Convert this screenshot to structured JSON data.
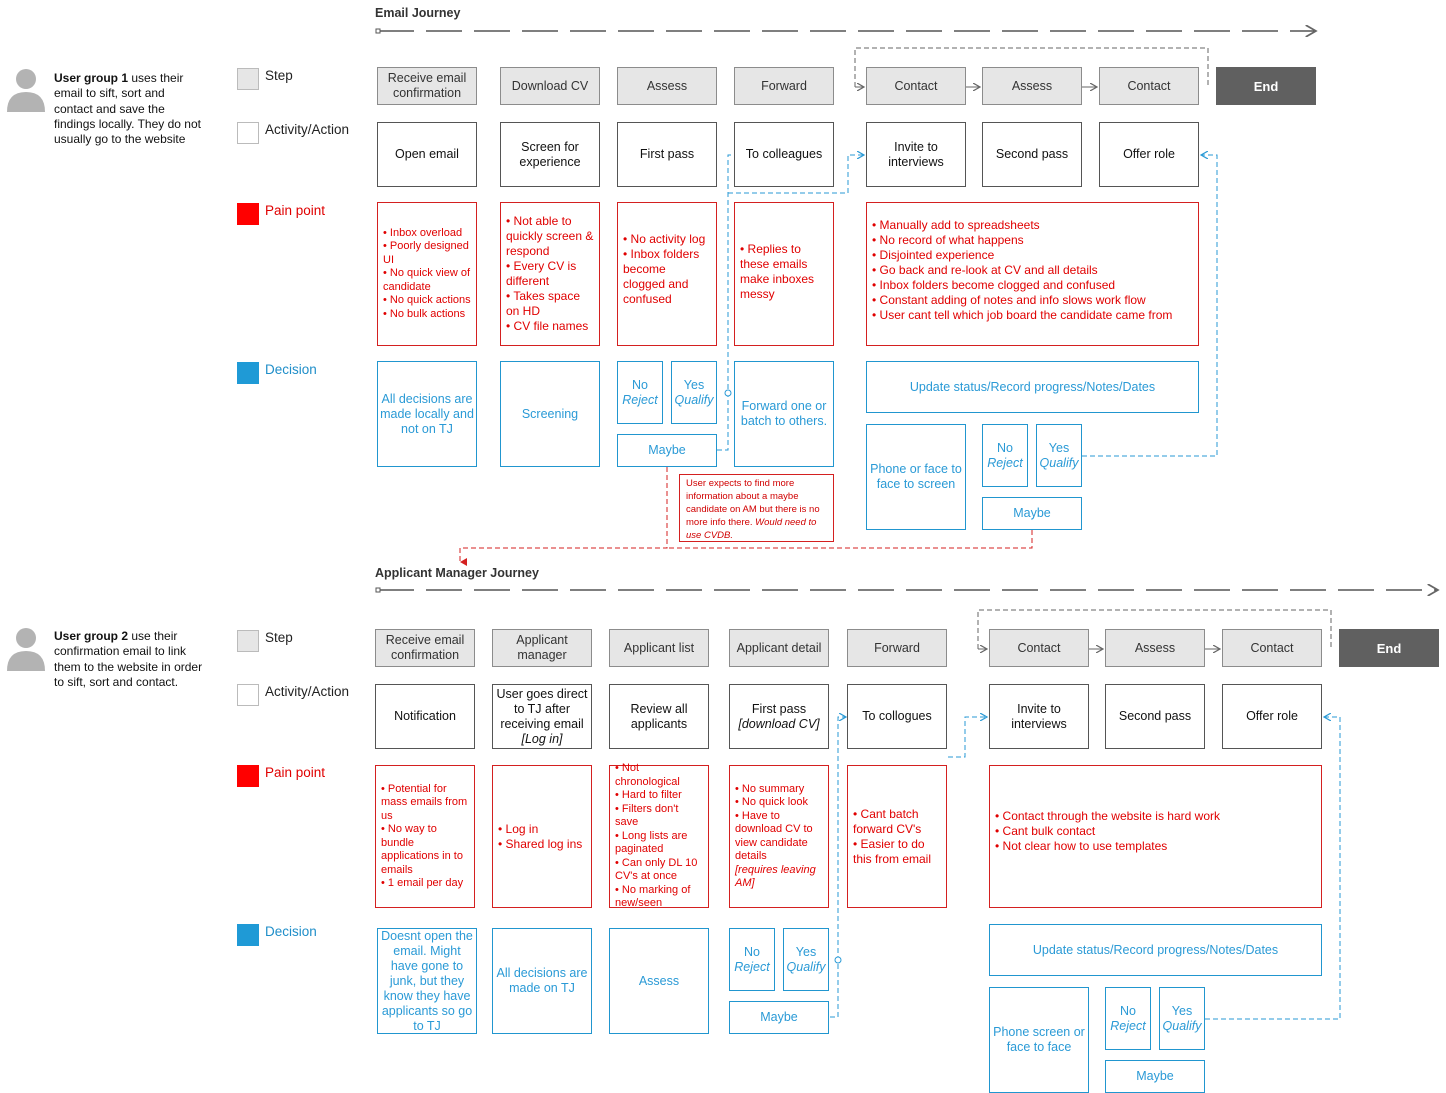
{
  "email_journey": {
    "title": "Email Journey",
    "user": {
      "name": "User group 1",
      "desc": " uses their email to sift, sort and contact and save the findings locally. They do not usually go to the website"
    },
    "legend": {
      "step": "Step",
      "activity": "Activity/Action",
      "pain": "Pain point",
      "decision": "Decision"
    },
    "steps": [
      "Receive email confirmation",
      "Download CV",
      "Assess",
      "Forward",
      "Contact",
      "Assess",
      "Contact",
      "End"
    ],
    "activities": [
      "Open email",
      "Screen for experience",
      "First pass",
      "To colleagues",
      "Invite to interviews",
      "Second pass",
      "Offer role"
    ],
    "pains": [
      [
        "Inbox overload",
        "Poorly designed UI",
        "No quick view of candidate",
        "No quick actions",
        "No bulk actions"
      ],
      [
        "Not able to quickly screen & respond",
        "Every CV is different",
        "Takes space on HD",
        "CV file names"
      ],
      [
        "No activity log",
        "Inbox folders become clogged and confused"
      ],
      [
        "Replies to these emails make inboxes messy"
      ],
      [
        "Manually add to spreadsheets",
        "No record of what happens",
        "Disjointed experience",
        "Go back and re-look at CV and all details",
        "Inbox folders become clogged and confused",
        "Constant adding of notes and info slows work flow",
        "User cant tell which job board the candidate came from"
      ]
    ],
    "decisions": {
      "d1": "All decisions are made locally and not on TJ",
      "d2": "Screening",
      "no": "No",
      "reject": "Reject",
      "yes": "Yes",
      "qualify": "Qualify",
      "maybe": "Maybe",
      "forward": "Forward one or batch to others.",
      "update": "Update status/Record progress/Notes/Dates",
      "phone": "Phone or face to face to screen"
    },
    "note": {
      "text": "User expects to find more information about a maybe candidate on AM but there is no more info there. ",
      "em": "Would need to use CVDB."
    }
  },
  "am_journey": {
    "title": "Applicant Manager Journey",
    "user": {
      "name": "User group 2",
      "desc": " use their confirmation email to link them to the website in order to sift, sort and contact."
    },
    "legend": {
      "step": "Step",
      "activity": "Activity/Action",
      "pain": "Pain point",
      "decision": "Decision"
    },
    "steps": [
      "Receive email confirmation",
      "Applicant manager",
      "Applicant list",
      "Applicant detail",
      "Forward",
      "Contact",
      "Assess",
      "Contact",
      "End"
    ],
    "activities": {
      "a1": "Notification",
      "a2": "User goes direct to TJ after receiving email",
      "a2i": "[Log in]",
      "a3": "Review all applicants",
      "a4": "First pass",
      "a4i": "[download CV]",
      "a5": "To collogues",
      "a6": "Invite to interviews",
      "a7": "Second pass",
      "a8": "Offer role"
    },
    "pains": {
      "p1": [
        "Potential for mass emails from us",
        "No way to bundle applications in to emails",
        "1 email per day"
      ],
      "p2": [
        "Log in",
        "Shared log ins"
      ],
      "p3": [
        "Not chronological",
        "Hard to filter",
        "Filters don't save",
        "Long lists are paginated",
        "Can only DL 10 CV's at once",
        "No marking of new/seen"
      ],
      "p4a": [
        "No summary",
        "No quick look",
        "Have to download CV to view candidate details "
      ],
      "p4i": "[requires leaving AM]",
      "p5": [
        "Cant batch forward CV's",
        "Easier to do this from email"
      ],
      "p6": [
        "Contact through the website is hard work",
        "Cant bulk contact",
        "Not clear how to use templates"
      ]
    },
    "decisions": {
      "d1": "Doesnt open the email. Might have gone to junk, but they know they have applicants so go to TJ",
      "d2": "All decisions are made on TJ",
      "d3": "Assess",
      "no": "No",
      "reject": "Reject",
      "yes": "Yes",
      "qualify": "Qualify",
      "maybe": "Maybe",
      "update": "Update status/Record progress/Notes/Dates",
      "phone": "Phone screen or face to face"
    }
  },
  "colors": {
    "step": "#e6e6e6",
    "end": "#606060",
    "pain": "#e00000",
    "decision": "#2196cf"
  },
  "icons": [
    "user-avatar-icon",
    "arrow-icon"
  ]
}
